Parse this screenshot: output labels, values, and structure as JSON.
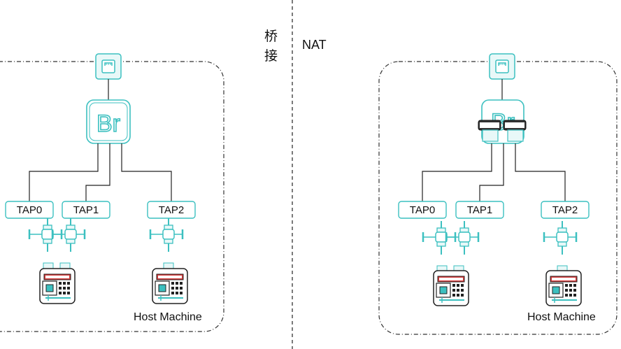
{
  "modes": {
    "bridge_label_char1": "桥",
    "bridge_label_char2": "接",
    "nat_label": "NAT"
  },
  "bridge_panel": {
    "bridge_icon_text": "Br",
    "taps": [
      "TAP0",
      "TAP1",
      "TAP2"
    ],
    "host_label": "Host Machine"
  },
  "nat_panel": {
    "bridge_icon_text": "Br",
    "taps": [
      "TAP0",
      "TAP1",
      "TAP2"
    ],
    "host_label": "Host Machine"
  },
  "colors": {
    "accent": "#3cc0c0",
    "accent_fill": "#e8f8f8",
    "line": "#222222",
    "dash": "#333333",
    "chip_red": "#d83a3a"
  }
}
